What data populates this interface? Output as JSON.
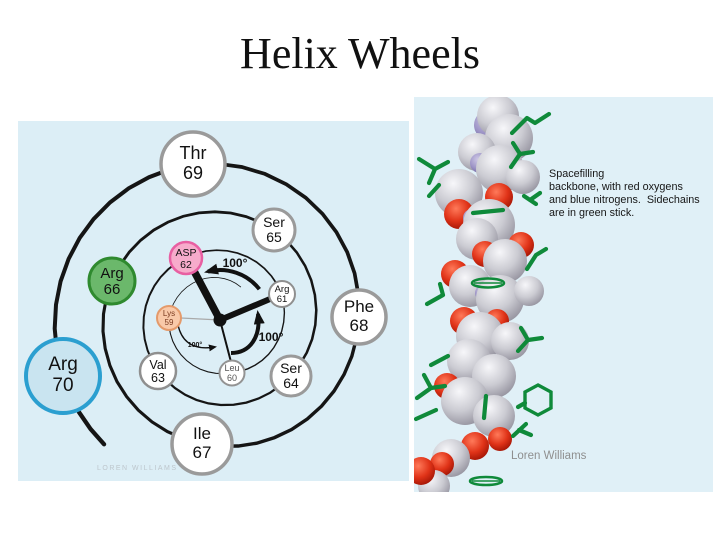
{
  "slide": {
    "title": "Helix Wheels"
  },
  "wheel_figure": {
    "watermark": "LOREN WILLIAMS",
    "rotation_labels": {
      "top": "100°",
      "right": "100°",
      "inner": "100°"
    },
    "residues": [
      {
        "name": "Lys",
        "number": "59",
        "fill": "#f9c9a9",
        "ring": "#e49a6b",
        "text": "#7a3a20"
      },
      {
        "name": "Leu",
        "number": "60",
        "fill": "#ffffff",
        "ring": "#939393",
        "text": "#555555"
      },
      {
        "name": "Arg",
        "number": "61",
        "fill": "#ffffff",
        "ring": "#8f8f8f",
        "text": "#111111"
      },
      {
        "name": "ASP",
        "number": "62",
        "fill": "#f7abcb",
        "ring": "#e85fa2",
        "text": "#111111"
      },
      {
        "name": "Val",
        "number": "63",
        "fill": "#ffffff",
        "ring": "#8f8f8f",
        "text": "#111111"
      },
      {
        "name": "Ser",
        "number": "64",
        "fill": "#ffffff",
        "ring": "#9a9a9a",
        "text": "#111111"
      },
      {
        "name": "Ser",
        "number": "65",
        "fill": "#ffffff",
        "ring": "#9a9a9a",
        "text": "#111111"
      },
      {
        "name": "Arg",
        "number": "66",
        "fill": "#6bb86b",
        "ring": "#2f8a2f",
        "text": "#111111"
      },
      {
        "name": "Ile",
        "number": "67",
        "fill": "#ffffff",
        "ring": "#9a9a9a",
        "text": "#111111"
      },
      {
        "name": "Phe",
        "number": "68",
        "fill": "#ffffff",
        "ring": "#9a9a9a",
        "text": "#111111"
      },
      {
        "name": "Thr",
        "number": "69",
        "fill": "#ffffff",
        "ring": "#9a9a9a",
        "text": "#111111"
      },
      {
        "name": "Arg",
        "number": "70",
        "fill": "#c9e4f0",
        "ring": "#2b9fd0",
        "text": "#111111"
      }
    ]
  },
  "spacefill_figure": {
    "caption_lines": [
      "Spacefilling",
      "backbone, with red oxygens",
      "and blue nitrogens.  Sidechains",
      "are in green stick."
    ],
    "credit": "Loren Williams",
    "colors": {
      "panel_background": "#dceef6",
      "oxygen_red": "#d42513",
      "nitrogen_blue": "#8d84bf",
      "sidechain_green": "#0f8a3a",
      "backbone_gray": "#c9c9cf"
    }
  }
}
